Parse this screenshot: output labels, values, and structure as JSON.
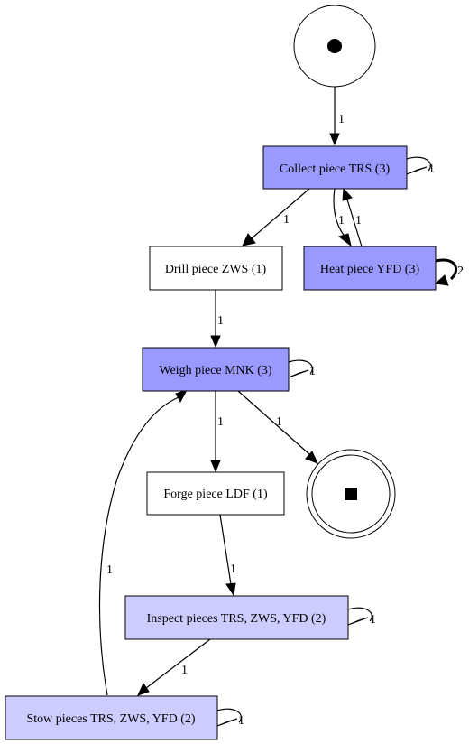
{
  "colors": {
    "high": "#9999ff",
    "mid": "#ccccff",
    "low": "#ffffff",
    "stroke": "#000000"
  },
  "start_icon": "filled-circle-icon",
  "end_icon": "filled-square-icon",
  "nodes": [
    {
      "id": "start",
      "kind": "start",
      "label": ""
    },
    {
      "id": "collect",
      "kind": "activity",
      "label": "Collect piece TRS (3)",
      "fill": "high"
    },
    {
      "id": "drill",
      "kind": "activity",
      "label": "Drill piece ZWS (1)",
      "fill": "low"
    },
    {
      "id": "heat",
      "kind": "activity",
      "label": "Heat piece YFD (3)",
      "fill": "high"
    },
    {
      "id": "weigh",
      "kind": "activity",
      "label": "Weigh piece MNK (3)",
      "fill": "high"
    },
    {
      "id": "forge",
      "kind": "activity",
      "label": "Forge piece LDF (1)",
      "fill": "low"
    },
    {
      "id": "end",
      "kind": "end",
      "label": ""
    },
    {
      "id": "inspect",
      "kind": "activity",
      "label": "Inspect pieces TRS, ZWS, YFD (2)",
      "fill": "mid"
    },
    {
      "id": "stow",
      "kind": "activity",
      "label": "Stow pieces TRS, ZWS, YFD (2)",
      "fill": "mid"
    }
  ],
  "edges": [
    {
      "id": "start-collect",
      "from": "start",
      "to": "collect",
      "label": "1"
    },
    {
      "id": "collect-self",
      "from": "collect",
      "to": "collect",
      "label": "1"
    },
    {
      "id": "collect-drill",
      "from": "collect",
      "to": "drill",
      "label": "1"
    },
    {
      "id": "collect-heat",
      "from": "collect",
      "to": "heat",
      "label": "1"
    },
    {
      "id": "heat-collect",
      "from": "heat",
      "to": "collect",
      "label": "1"
    },
    {
      "id": "heat-self",
      "from": "heat",
      "to": "heat",
      "label": "2"
    },
    {
      "id": "drill-weigh",
      "from": "drill",
      "to": "weigh",
      "label": "1"
    },
    {
      "id": "weigh-self",
      "from": "weigh",
      "to": "weigh",
      "label": "1"
    },
    {
      "id": "weigh-forge",
      "from": "weigh",
      "to": "forge",
      "label": "1"
    },
    {
      "id": "weigh-end",
      "from": "weigh",
      "to": "end",
      "label": "1"
    },
    {
      "id": "forge-inspect",
      "from": "forge",
      "to": "inspect",
      "label": "1"
    },
    {
      "id": "inspect-self",
      "from": "inspect",
      "to": "inspect",
      "label": "1"
    },
    {
      "id": "inspect-stow",
      "from": "inspect",
      "to": "stow",
      "label": "1"
    },
    {
      "id": "stow-self",
      "from": "stow",
      "to": "stow",
      "label": "1"
    },
    {
      "id": "stow-weigh",
      "from": "stow",
      "to": "weigh",
      "label": "1"
    }
  ]
}
